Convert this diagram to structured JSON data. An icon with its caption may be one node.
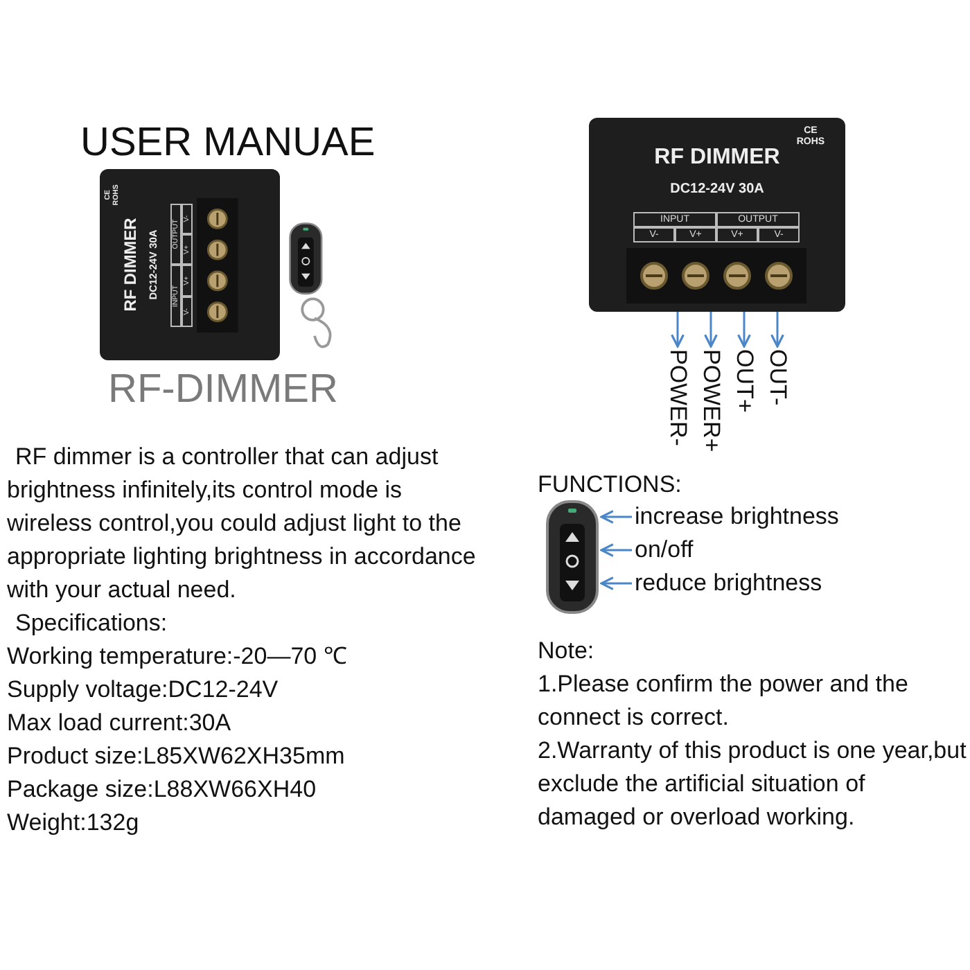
{
  "diagram": {
    "title": "USER MANUAE",
    "nodes": [
      {
        "text": [
          "CE ROHS",
          "RF DIMMER",
          "DC12-24V 30A",
          "INPUT",
          "OUTPUT",
          "V-",
          "V+",
          "V+",
          "V-"
        ]
      },
      {
        "text": [
          "CE ROHS",
          "RF DIMMER",
          "DC12-24V 30A",
          "INPUT",
          "OUTPUT",
          "V-",
          "V+",
          "V+",
          "V-"
        ]
      },
      {
        "text": [
          "POWER-"
        ]
      },
      {
        "text": [
          "POWER+"
        ]
      },
      {
        "text": [
          "OUT+"
        ]
      },
      {
        "text": [
          "OUT-"
        ]
      },
      {
        "text": [],
        "shape": "picture"
      },
      {
        "text": [
          "increase brightness"
        ]
      },
      {
        "text": [
          "on/off"
        ]
      },
      {
        "text": [
          "reduce brightness"
        ]
      }
    ],
    "edges": [
      {
        "from": 1,
        "to": 2,
        "arrow": "to"
      },
      {
        "from": 1,
        "to": 3,
        "arrow": "to"
      },
      {
        "from": 1,
        "to": 4,
        "arrow": "to"
      },
      {
        "from": 1,
        "to": 5,
        "arrow": "to"
      },
      {
        "from": 7,
        "to": 6,
        "arrow": "to"
      },
      {
        "from": 8,
        "to": 6,
        "arrow": "to"
      },
      {
        "from": 9,
        "to": 6,
        "arrow": "to"
      }
    ],
    "labels": [
      "RF-DIMMER",
      "RF dimmer is a controller that can adjust brightness infinitely,its control mode is wireless control,you could adjust light to the appropriate lighting brightness in accordance with your actual need.",
      "Specifications:",
      "Working temperature:-20—70 ℃",
      "Supply voltage:DC12-24V",
      "Max load current:30A",
      "Product size:L85XW62XH35mm",
      "Package size:L88XW66XH40",
      "Weight:132g",
      "FUNCTIONS:",
      "Note:",
      "1.Please confirm the power and the connect is correct.",
      "2.Warranty of this product is one year,but exclude the artificial situation of damaged or overload working."
    ]
  }
}
